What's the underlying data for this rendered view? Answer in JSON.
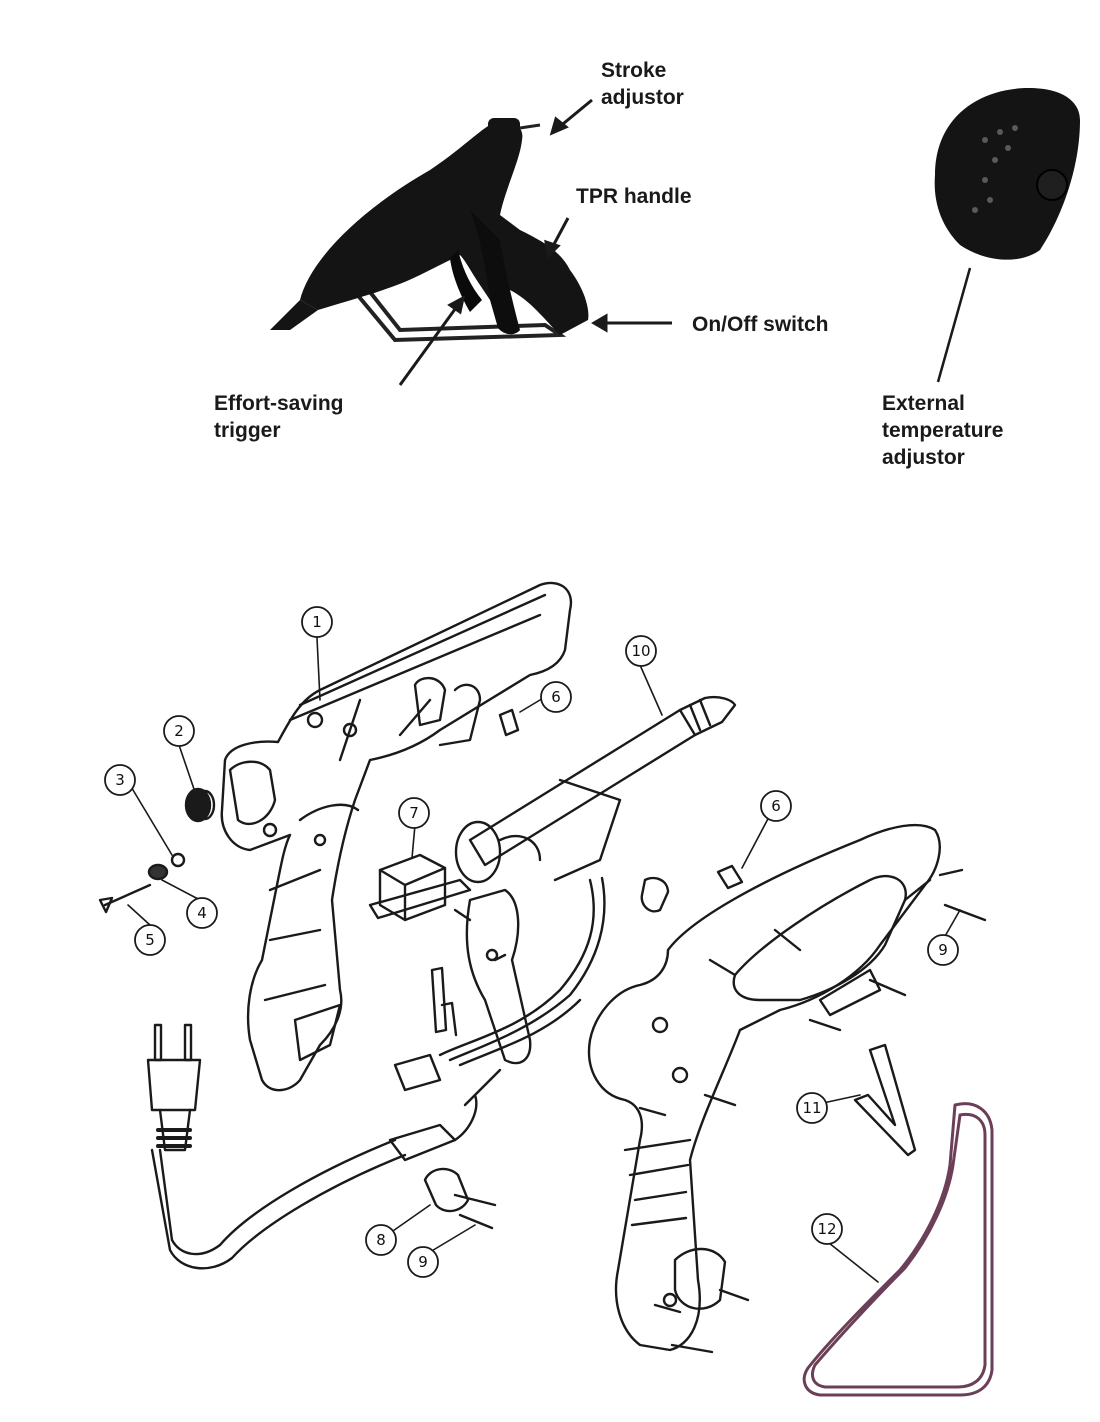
{
  "labels": {
    "stroke_adjustor": [
      "Stroke",
      "adjustor"
    ],
    "tpr_handle": "TPR handle",
    "on_off_switch": "On/Off switch",
    "effort_saving_trigger": [
      "Effort-saving",
      "trigger"
    ],
    "external_temperature_adjustor": [
      "External",
      "temperature",
      "adjustor"
    ]
  },
  "callouts": [
    "1",
    "2",
    "3",
    "4",
    "5",
    "6",
    "6",
    "7",
    "8",
    "9",
    "9",
    "10",
    "11",
    "12"
  ],
  "colors": {
    "ink": "#1a1a1a",
    "product": "#141414",
    "frame": "#6b3f57"
  }
}
